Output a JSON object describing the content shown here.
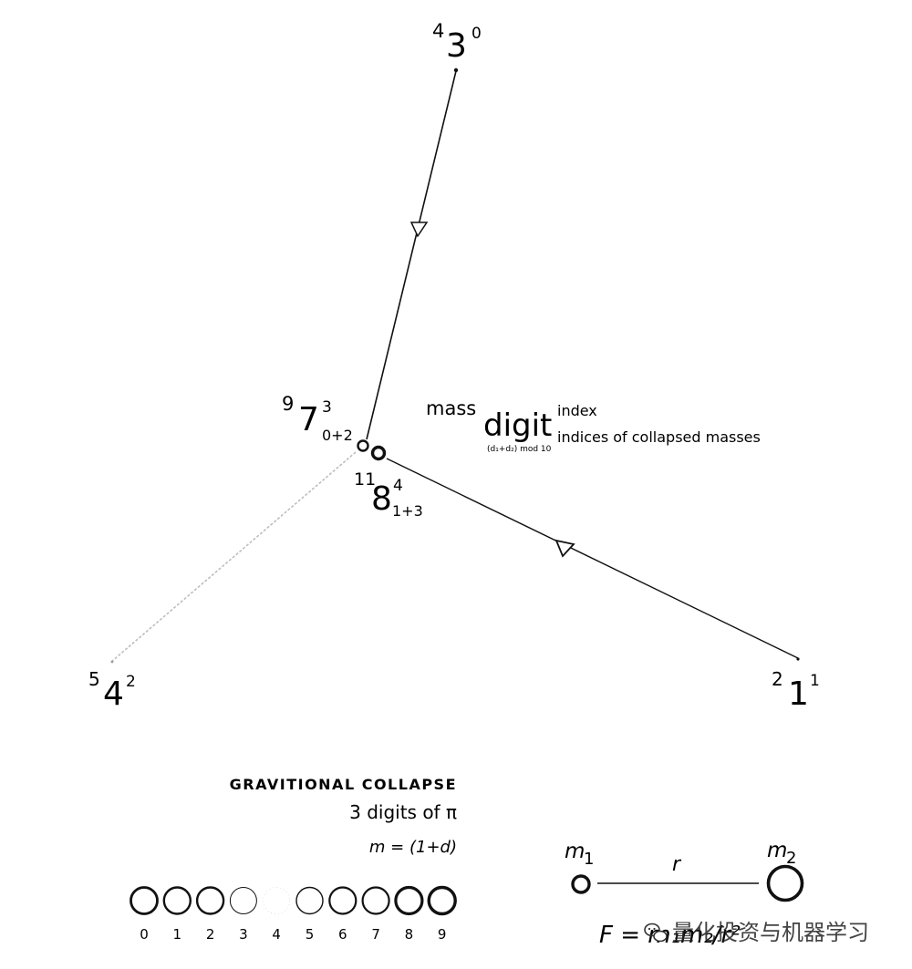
{
  "nodes": {
    "top": {
      "mass": "4",
      "digit": "3",
      "index": "0",
      "sub": ""
    },
    "left": {
      "mass": "5",
      "digit": "4",
      "index": "2",
      "sub": ""
    },
    "right": {
      "mass": "2",
      "digit": "1",
      "index": "1",
      "sub": ""
    },
    "merged_a": {
      "mass": "9",
      "digit": "7",
      "index": "3",
      "sub": "0+2"
    },
    "merged_b": {
      "mass": "11",
      "digit": "8",
      "index": "4",
      "sub": "1+3"
    }
  },
  "legend_key": {
    "mass": "mass",
    "digit": "digit",
    "index": "index",
    "sub": "(d₁+d₂) mod 10",
    "indices": "indices of collapsed masses"
  },
  "caption": {
    "title": "GRAVITIONAL COLLAPSE",
    "subtitle": "3 digits of π",
    "formula": "m = (1+d)"
  },
  "scale": {
    "labels": [
      "0",
      "1",
      "2",
      "3",
      "4",
      "5",
      "6",
      "7",
      "8",
      "9"
    ]
  },
  "force": {
    "m1": "m",
    "m1_sub": "1",
    "m2": "m",
    "m2_sub": "2",
    "r": "r",
    "equation": "F = m₁m₂/r²"
  },
  "watermark": "量化投资与机器学习"
}
